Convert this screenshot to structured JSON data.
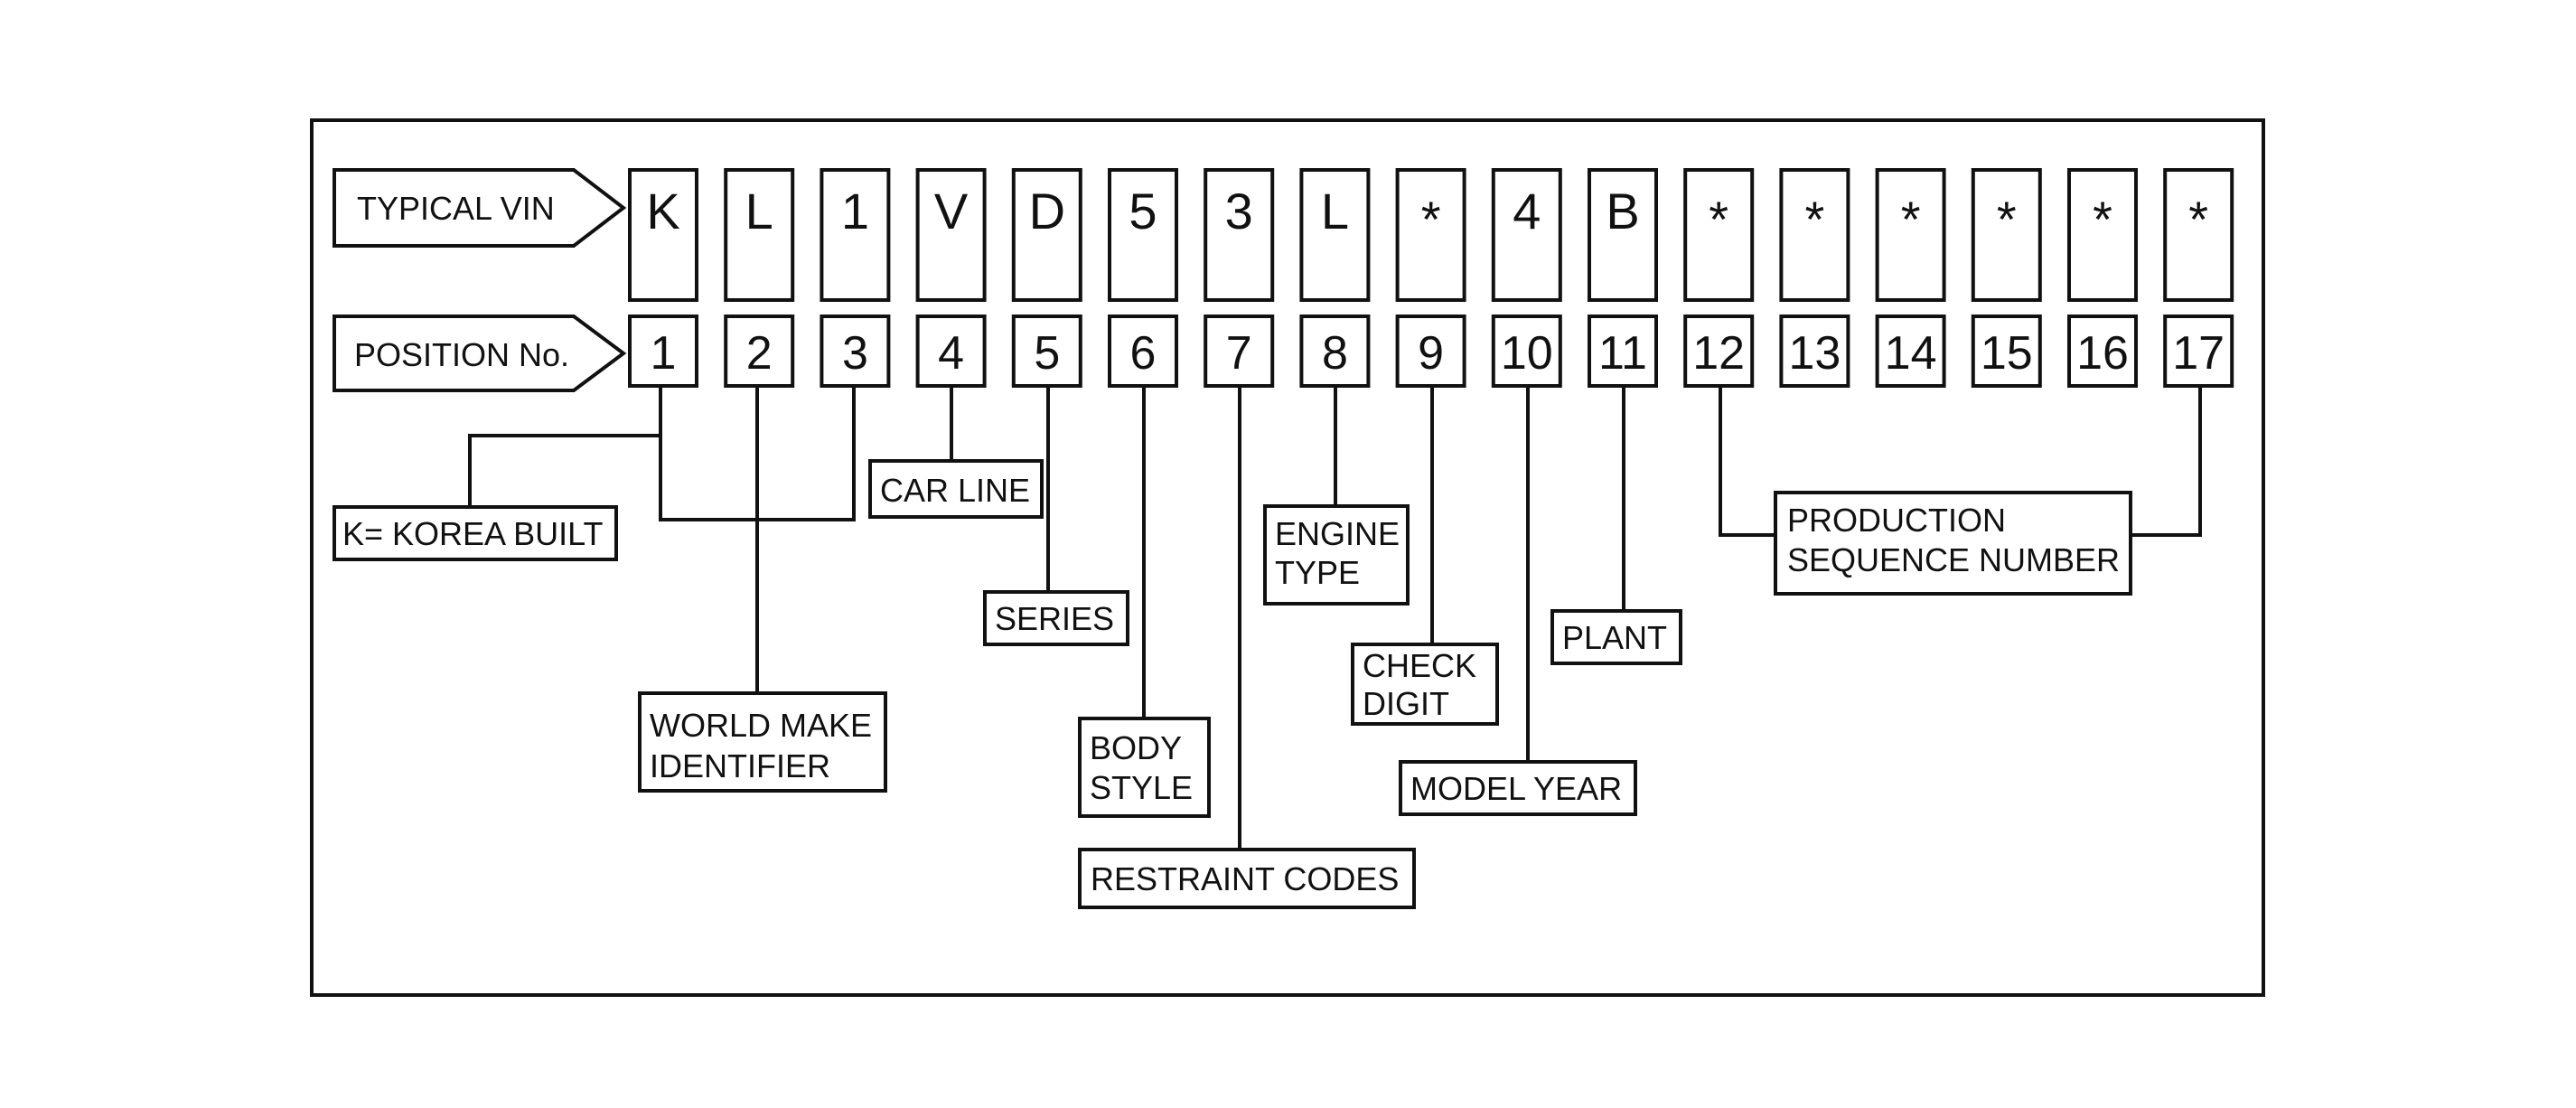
{
  "diagram": {
    "row_labels": {
      "typical_vin": "TYPICAL VIN",
      "position_no": "POSITION No."
    },
    "vin_chars": [
      "K",
      "L",
      "1",
      "V",
      "D",
      "5",
      "3",
      "L",
      "*",
      "4",
      "B",
      "*",
      "*",
      "*",
      "*",
      "*",
      "*"
    ],
    "positions": [
      "1",
      "2",
      "3",
      "4",
      "5",
      "6",
      "7",
      "8",
      "9",
      "10",
      "11",
      "12",
      "13",
      "14",
      "15",
      "16",
      "17"
    ],
    "callouts": {
      "korea_built": "K= KOREA BUILT",
      "world_make_identifier": [
        "WORLD MAKE",
        "IDENTIFIER"
      ],
      "car_line": "CAR LINE",
      "series": "SERIES",
      "body_style": [
        "BODY",
        "STYLE"
      ],
      "restraint_codes": "RESTRAINT CODES",
      "engine_type": [
        "ENGINE",
        "TYPE"
      ],
      "check_digit": [
        "CHECK",
        "DIGIT"
      ],
      "model_year": "MODEL YEAR",
      "plant": "PLANT",
      "production_sequence_number": [
        "PRODUCTION",
        "SEQUENCE NUMBER"
      ]
    }
  }
}
